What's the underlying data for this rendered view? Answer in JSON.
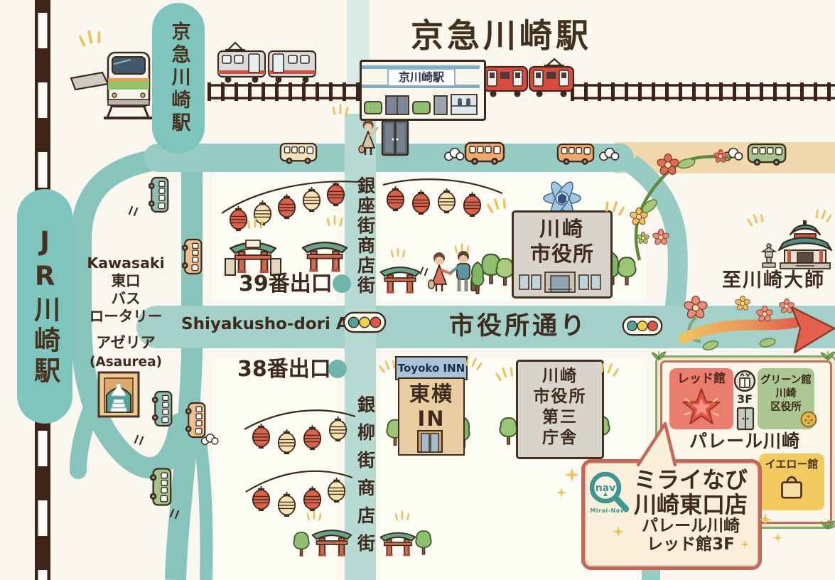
{
  "title": "京急川崎駅",
  "keikyu_station": {
    "banner": "京急川崎駅",
    "building_sign": "京川崎駅"
  },
  "jr_station": {
    "banner": "JR川崎駅"
  },
  "bus_rotary": {
    "lines": [
      "Kawasaki",
      "東口",
      "バス",
      "ロータリー"
    ]
  },
  "azalea": {
    "name": "アゼリア",
    "romaji": "(Asaurea)"
  },
  "exits": {
    "exit39": "39番出口",
    "exit38": "38番出口"
  },
  "streets": {
    "ginza": "銀座街商店街",
    "ginryu": "銀柳街商店街",
    "avenue_en": "Shiyakusho-dori Ave.",
    "avenue_jp": "市役所通り"
  },
  "city_hall": {
    "lines": [
      "川崎",
      "市役所"
    ]
  },
  "daisan_chosha": {
    "lines": [
      "川崎",
      "市役所",
      "第三",
      "庁舎"
    ]
  },
  "toyoko_inn": {
    "sign": "Toyoko INN",
    "lines": [
      "東横",
      "IN"
    ]
  },
  "daishi": {
    "direction": "至川崎大師"
  },
  "parale": {
    "name": "パレール川崎",
    "red_hall": "レッド館",
    "green_hall_lines": [
      "グリーン館",
      "川崎",
      "区役所"
    ],
    "yellow_hall": "イエロー館",
    "elevator_floor": "3F"
  },
  "shop_callout": {
    "logo": "nav",
    "logo_sub": "Mirai-Navi",
    "name_lines": [
      "ミライなび",
      "川崎東口店"
    ],
    "address_lines": [
      "パレール川崎",
      "レッド館3F"
    ]
  },
  "colors": {
    "road": "#97CBC3",
    "road_light": "#B7DAD2",
    "road_tan": "#F2D8AE",
    "rail": "#3D2318",
    "text": "#3F2B1E",
    "banner": "#7EC5BD",
    "lantern_red": "#DE5F4A",
    "lantern_cream": "#F6E3B0",
    "red_hall": "#EB7D70",
    "green_hall": "#ABC693",
    "yellow_hall": "#F2CA5E"
  }
}
